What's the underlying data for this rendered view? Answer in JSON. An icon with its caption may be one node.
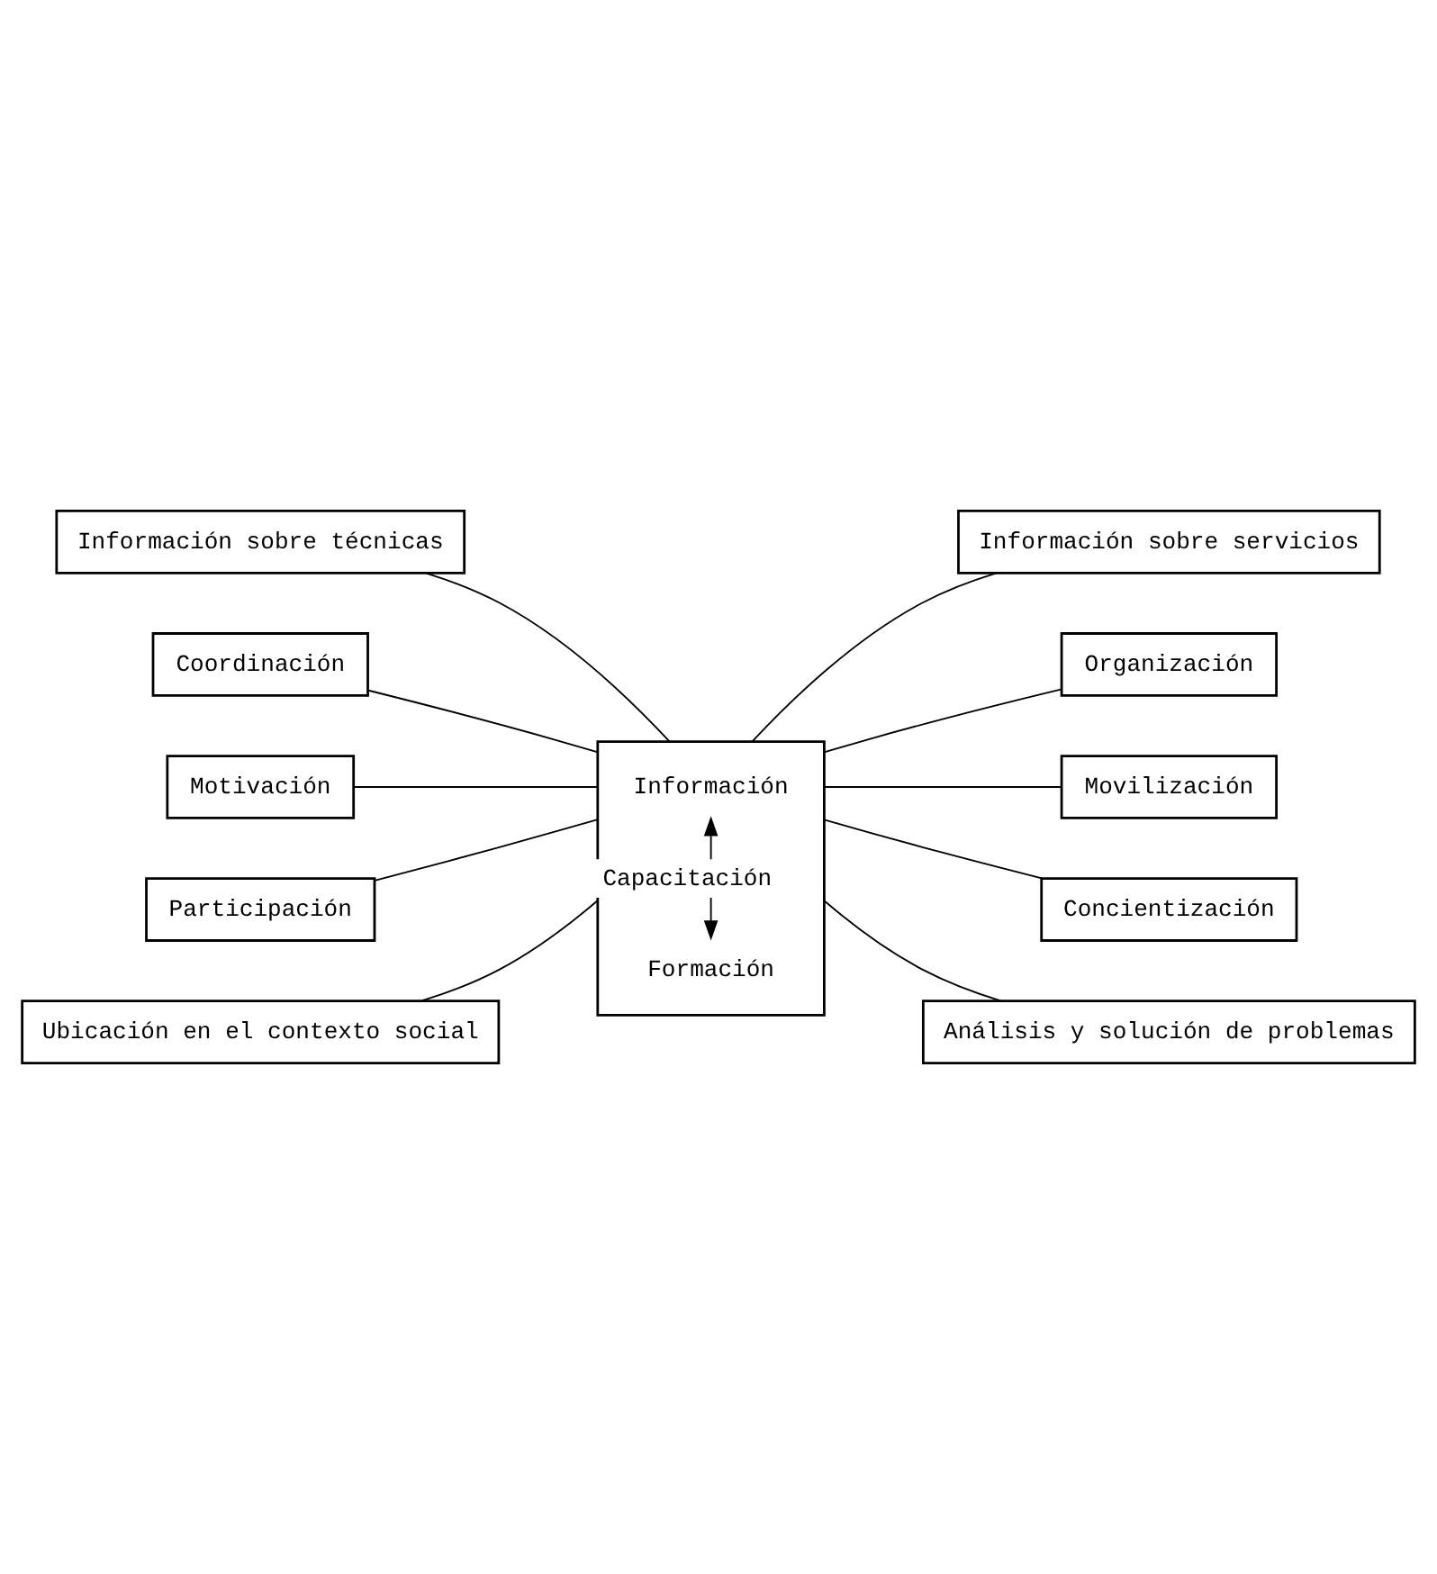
{
  "diagram": {
    "nodes": [
      {
        "text": [],
        "shape": "box"
      },
      {
        "text": [
          "Información"
        ],
        "in": 0
      },
      {
        "text": [
          "Formación"
        ],
        "in": 0
      },
      {
        "text": [
          "Información sobre técnicas"
        ]
      },
      {
        "text": [
          "Información sobre servicios"
        ]
      },
      {
        "text": [
          "Coordinación"
        ]
      },
      {
        "text": [
          "Organización"
        ]
      },
      {
        "text": [
          "Motivación"
        ]
      },
      {
        "text": [
          "Movilización"
        ]
      },
      {
        "text": [
          "Participación"
        ]
      },
      {
        "text": [
          "Concientización"
        ]
      },
      {
        "text": [
          "Ubicación en el contexto social"
        ]
      },
      {
        "text": [
          "Análisis y solución de problemas"
        ]
      }
    ],
    "edges": [
      {
        "from": 1,
        "to": 2,
        "arrow": "both",
        "label": "Capacitación"
      },
      {
        "from": 3,
        "to": 0,
        "arrow": "none"
      },
      {
        "from": 0,
        "to": 4,
        "arrow": "none"
      },
      {
        "from": 5,
        "to": 0,
        "arrow": "none"
      },
      {
        "from": 0,
        "to": 6,
        "arrow": "none"
      },
      {
        "from": 7,
        "to": 0,
        "arrow": "none"
      },
      {
        "from": 0,
        "to": 8,
        "arrow": "none"
      },
      {
        "from": 9,
        "to": 0,
        "arrow": "none"
      },
      {
        "from": 0,
        "to": 10,
        "arrow": "none"
      },
      {
        "from": 11,
        "to": 0,
        "arrow": "none"
      },
      {
        "from": 0,
        "to": 12,
        "arrow": "none"
      }
    ]
  }
}
